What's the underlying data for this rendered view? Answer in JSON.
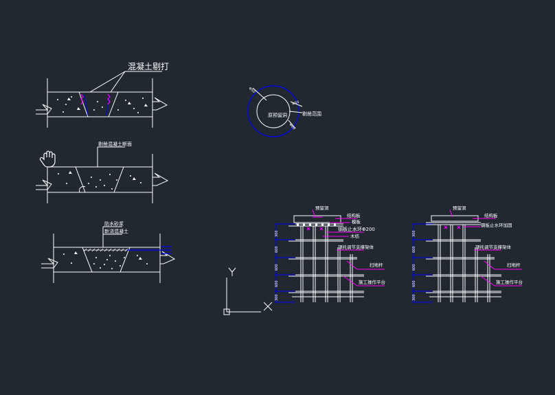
{
  "colors": {
    "background": "#212830",
    "line": "#ffffff",
    "magenta": "#ff00ff",
    "blue": "#0000ff",
    "cyan": "#00ffff"
  },
  "annotations": {
    "top_label": "混凝土剔打",
    "mid_label": "剔凿混凝土断面",
    "bottom_label_1": "防水砂浆",
    "bottom_label_2": "新浇混凝土"
  },
  "circle_detail": {
    "inner_label": "原预留洞",
    "right_label": "剔凿范围",
    "dim_left": "Φ50",
    "dim_right": "Φ50",
    "dim_bottom": "Φ80"
  },
  "formwork_left": {
    "top_label": "预留洞",
    "labels": [
      "结构板",
      "模板",
      "钢板止水环Φ200",
      "木枋",
      "顶托调节支撑架体",
      "扫地杆",
      "施工操作平台"
    ],
    "dims": [
      "300",
      "600",
      "600",
      "600",
      "300"
    ]
  },
  "formwork_right": {
    "top_label": "预留洞",
    "labels": [
      "结构板",
      "钢板止水环加固",
      "顶托调节支撑架体",
      "扫地杆",
      "施工操作平台"
    ],
    "dims": [
      "300",
      "600",
      "600",
      "600",
      "300"
    ]
  },
  "ucs": {
    "x_label": "X",
    "y_label": "Y"
  }
}
